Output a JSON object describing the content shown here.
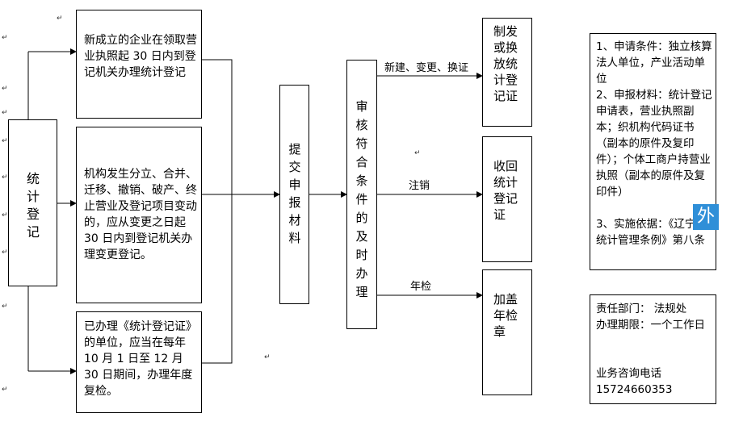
{
  "boxes": {
    "start": "统计登记",
    "new_enterprise": "新成立的企业在领取营业执照起 30 日内到登记机关办理统计登记",
    "change": "机构发生分立、合并、迁移、撤销、破产、终止营业及登记项目变动的，应从变更之日起 30 日内到登记机关办理变更登记。",
    "annual": "已办理《统计登记证》的单位，应当在每年 10 月 1 日至 12 月 30 日期间，办理年度复检。",
    "submit": "提交申报材料",
    "review": "审核符合条件的及时办理",
    "issue": "制发或换放统计登记证",
    "revoke": "收回统计登记证",
    "stamp": "加盖年检章"
  },
  "labels": {
    "new": "新建、变更、换证",
    "cancel": "注销",
    "yearly": "年检"
  },
  "info": {
    "lines": [
      "1、申请条件：独立核算法人单位，产业活动单位",
      "2、申报材料：统计登记申请表，营业执照副本；织机构代码证书（副本的原件及复印件）；个体工商户持营业执照（副本的原件及复印件）",
      "3、实施依据：《辽宁省统计管理条例》第八条"
    ]
  },
  "contact": {
    "dept": "责任部门： 法规处",
    "period": "办理期限：一个工作日",
    "phone_label": "业务咨询电话",
    "phone": "15724660353"
  },
  "badge": "外"
}
